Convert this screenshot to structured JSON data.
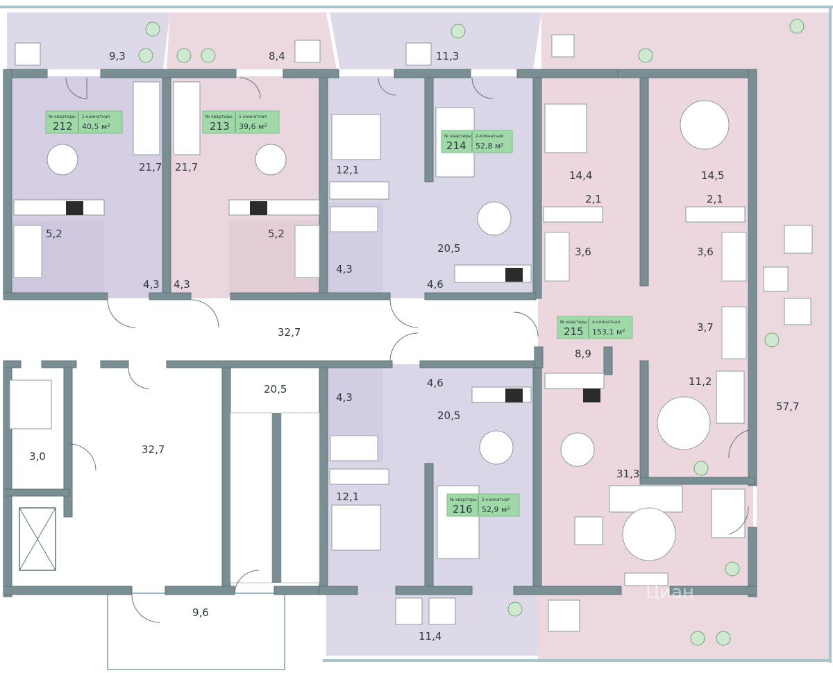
{
  "room_areas": {
    "balcony_212": "9,3",
    "balcony_213": "8,4",
    "balcony_214": "11,3",
    "living_212": "21,7",
    "living_213": "21,7",
    "bath_212": "5,2",
    "bath_213": "5,2",
    "hall_212": "4,3",
    "hall_213": "4,3",
    "bedroom_214": "12,1",
    "bath_214": "4,3",
    "living_214": "20,5",
    "hall_214": "4,6",
    "bedroom1_215": "14,4",
    "bedroom2_215": "14,5",
    "closet1_215": "2,1",
    "closet2_215": "2,1",
    "bath1_215": "3,6",
    "bath2_215": "3,6",
    "bath3_215": "3,7",
    "hall_215": "8,9",
    "bedroom3_215": "11,2",
    "living_215": "31,3",
    "terrace_215": "57,7",
    "corridor": "32,7",
    "stair_hall": "20,5",
    "lobby": "32,7",
    "utility": "3,0",
    "entrance": "9,6",
    "hall_216": "4,6",
    "bath_216": "4,3",
    "living_216": "20,5",
    "bedroom_216": "12,1",
    "balcony_216": "11,4"
  },
  "apartments": [
    {
      "id": "212",
      "label": "№ квартиры",
      "type": "1-комнатная",
      "area": "40,5 м²"
    },
    {
      "id": "213",
      "label": "№ квартиры",
      "type": "1-комнатная",
      "area": "39,6 м²"
    },
    {
      "id": "214",
      "label": "№ квартиры",
      "type": "2-комнатная",
      "area": "52,8 м²"
    },
    {
      "id": "215",
      "label": "№ квартиры",
      "type": "4-комнатная",
      "area": "153,1 м²"
    },
    {
      "id": "216",
      "label": "№ квартиры",
      "type": "2-комнатная",
      "area": "52,9 м²"
    }
  ],
  "colors": {
    "apt_212": "#d6cfe3",
    "apt_213": "#ead6de",
    "apt_214": "#d9d6e8",
    "apt_215": "#ebd7dd",
    "apt_216": "#d9d6e8",
    "balcony": "#ddd9e8",
    "terrace": "#ecd9df",
    "wall": "#7a8f94",
    "label_box": "#9fd9a8",
    "common": "#ffffff"
  },
  "watermark": "Циан"
}
